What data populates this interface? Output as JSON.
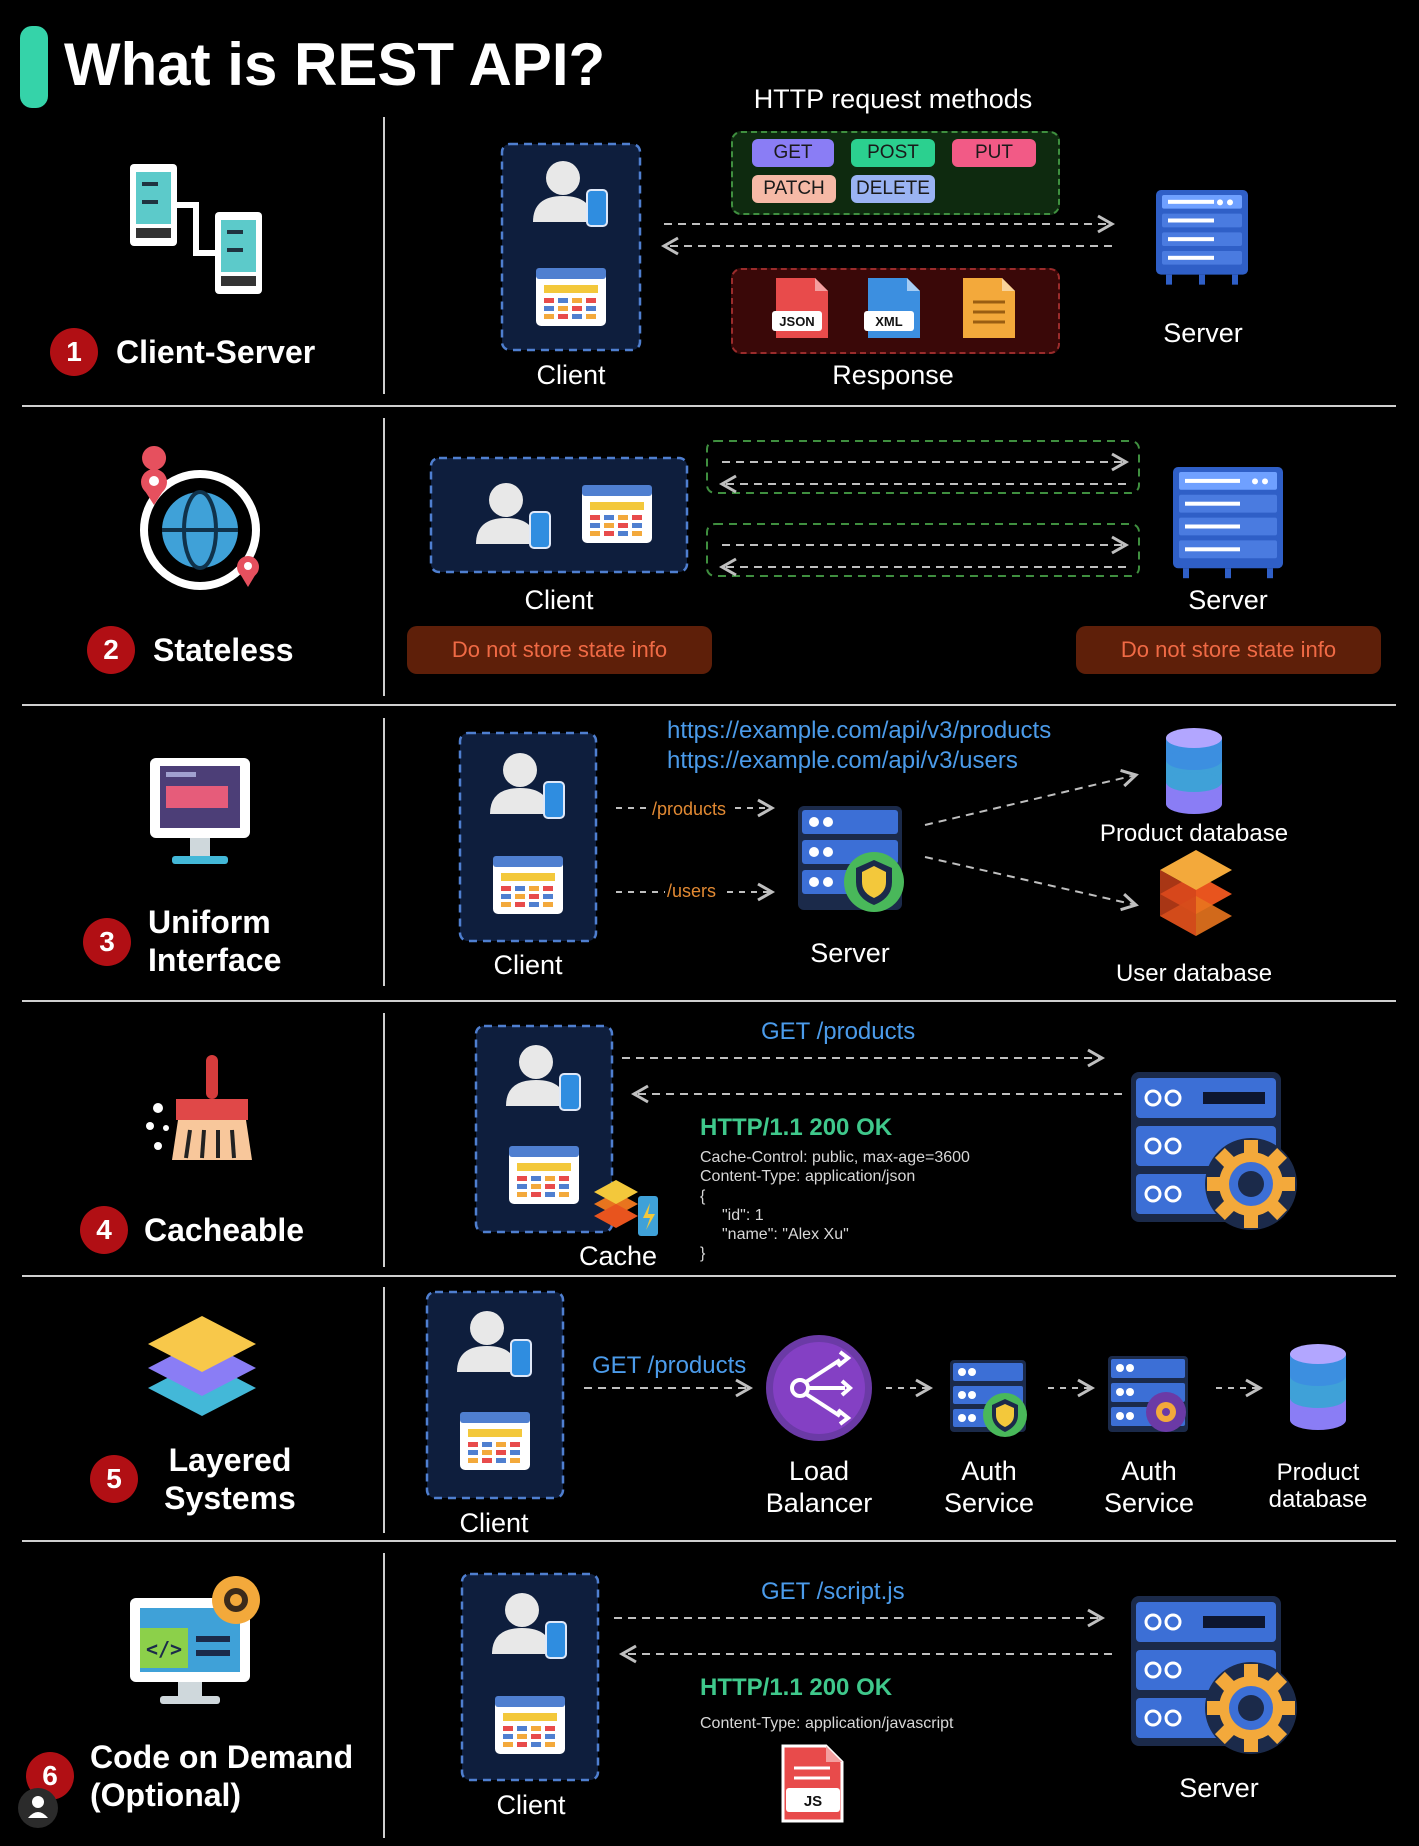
{
  "title": "What is REST API?",
  "principles": [
    {
      "num": "1",
      "name": "Client-Server"
    },
    {
      "num": "2",
      "name": "Stateless"
    },
    {
      "num": "3",
      "name": "Uniform Interface"
    },
    {
      "num": "4",
      "name": "Cacheable"
    },
    {
      "num": "5",
      "name": "Layered Systems"
    },
    {
      "num": "6",
      "name": "Code on Demand (Optional)"
    }
  ],
  "s1": {
    "methods_title": "HTTP request methods",
    "methods": [
      "GET",
      "POST",
      "PUT",
      "PATCH",
      "DELETE"
    ],
    "method_colors": [
      "#8a7df5",
      "#2bd08f",
      "#f25a86",
      "#f6b9a6",
      "#9ab3f3"
    ],
    "file_tags": [
      "JSON",
      "XML"
    ],
    "client": "Client",
    "response": "Response",
    "server": "Server"
  },
  "s2": {
    "client": "Client",
    "server": "Server",
    "client_note": "Do not store state info",
    "server_note": "Do not store state info"
  },
  "s3": {
    "url1": "https://example.com/api/v3/products",
    "url2": "https://example.com/api/v3/users",
    "path1": "/products",
    "path2": "/users",
    "client": "Client",
    "server": "Server",
    "db1": "Product database",
    "db2": "User database"
  },
  "s4": {
    "request": "GET /products",
    "status": "HTTP/1.1 200 OK",
    "headers": [
      "Cache-Control: public, max-age=3600",
      "Content-Type: application/json"
    ],
    "body": [
      "{",
      "\"id\": 1",
      "\"name\": \"Alex Xu\"",
      "}"
    ],
    "cache": "Cache"
  },
  "s5": {
    "request": "GET /products",
    "client": "Client",
    "lb": "Load Balancer",
    "auth1": "Auth Service",
    "auth2": "Auth Service",
    "db": "Product database"
  },
  "s6": {
    "request": "GET /script.js",
    "status": "HTTP/1.1 200 OK",
    "header": "Content-Type: application/javascript",
    "file_tag": "JS",
    "client": "Client",
    "server": "Server"
  },
  "colors": {
    "accent": "#35d3a9",
    "badge": "#b10f14",
    "url_blue": "#4b9bea",
    "ok_green": "#3fc88b",
    "client_box": "#0e1e3d",
    "client_border": "#4f7fd0"
  }
}
